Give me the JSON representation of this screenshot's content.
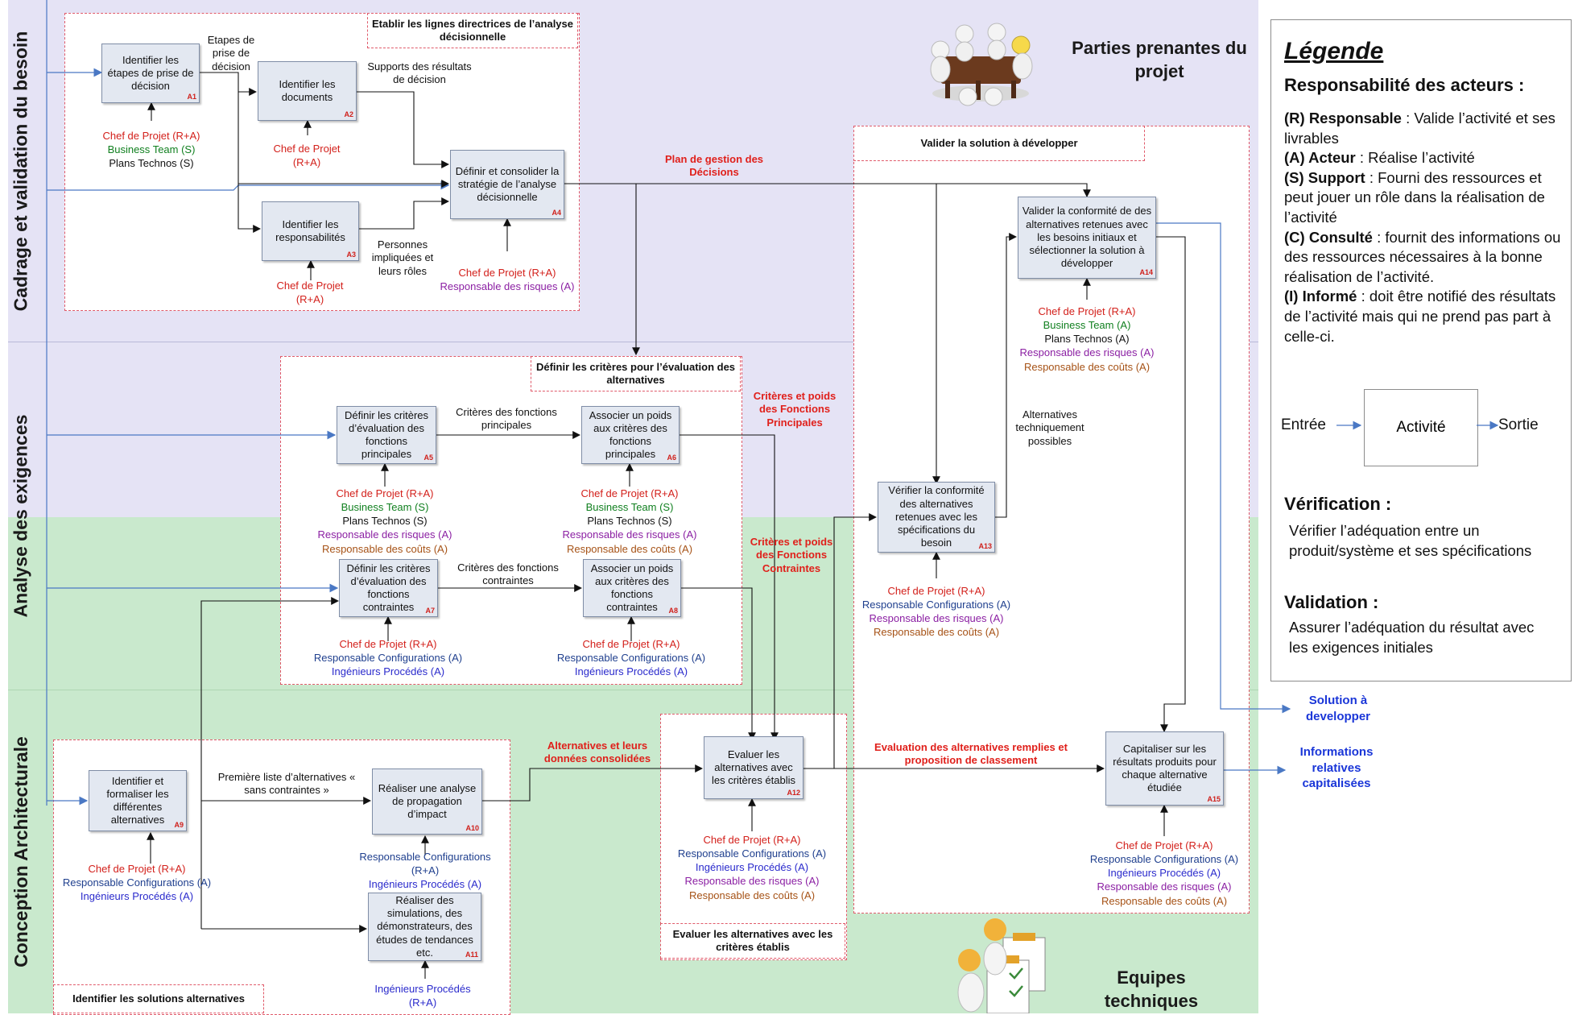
{
  "lanes": [
    {
      "title": "Cadrage et validation du besoin"
    },
    {
      "title": "Analyse des exigences"
    },
    {
      "title": "Conception Architecturale"
    }
  ],
  "groups": {
    "g1": "Etablir les lignes directrices de l’analyse décisionnelle",
    "g2": "Définir les critères pour l’évaluation des alternatives",
    "g3": "Identifier les solutions alternatives",
    "g4": "Evaluer les alternatives avec les critères établis",
    "g5": "Valider la solution à développer"
  },
  "activities": {
    "A1": {
      "label": "Identifier les étapes de prise de décision",
      "code": "A1"
    },
    "A2": {
      "label": "Identifier les documents",
      "code": "A2"
    },
    "A3": {
      "label": "Identifier les responsabilités",
      "code": "A3"
    },
    "A4": {
      "label": "Définir et consolider la stratégie de l’analyse décisionnelle",
      "code": "A4"
    },
    "A5": {
      "label": "Définir les critères d’évaluation des fonctions principales",
      "code": "A5"
    },
    "A6": {
      "label": "Associer un poids aux critères des fonctions principales",
      "code": "A6"
    },
    "A7": {
      "label": "Définir les critères d’évaluation des fonctions contraintes",
      "code": "A7"
    },
    "A8": {
      "label": "Associer un poids aux critères des fonctions contraintes",
      "code": "A8"
    },
    "A9": {
      "label": "Identifier et formaliser les différentes alternatives",
      "code": "A9"
    },
    "A10": {
      "label": "Réaliser une analyse de propagation d’impact",
      "code": "A10"
    },
    "A11": {
      "label": "Réaliser des simulations, des démonstrateurs, des études de tendances etc.",
      "code": "A11"
    },
    "A12": {
      "label": "Evaluer les alternatives avec les critères établis",
      "code": "A12"
    },
    "A13": {
      "label": "Vérifier la conformité des alternatives retenues avec les spécifications du besoin",
      "code": "A13"
    },
    "A14": {
      "label": "Valider la conformité de des alternatives retenues avec les besoins initiaux et sélectionner la solution à développer",
      "code": "A14"
    },
    "A15": {
      "label": "Capitaliser sur les résultats produits pour chaque alternative étudiée",
      "code": "A15"
    }
  },
  "actors": {
    "a1": [
      "Chef de Projet  (R+A)",
      "Business Team (S)",
      "Plans Technos (S)"
    ],
    "a2": [
      "Chef de Projet",
      "(R+A)"
    ],
    "a3": [
      "Chef de Projet",
      "(R+A)"
    ],
    "a4": [
      "Chef de Projet  (R+A)",
      "Responsable des risques (A)"
    ],
    "a5": [
      "Chef de Projet  (R+A)",
      "Business Team (S)",
      "Plans Technos (S)",
      "Responsable des risques (A)",
      "Responsable des coûts (A)"
    ],
    "a6": [
      "Chef de Projet  (R+A)",
      "Business Team (S)",
      "Plans Technos (S)",
      "Responsable des risques (A)",
      "Responsable des coûts (A)"
    ],
    "a7": [
      "Chef de Projet  (R+A)",
      "Responsable Configurations (A)",
      "Ingénieurs Procédés (A)"
    ],
    "a8": [
      "Chef de Projet  (R+A)",
      "Responsable Configurations (A)",
      "Ingénieurs Procédés (A)"
    ],
    "a9": [
      "Chef de Projet  (R+A)",
      "Responsable Configurations (A)",
      "Ingénieurs Procédés (A)"
    ],
    "a10": [
      "Responsable Configurations",
      "(R+A)",
      "Ingénieurs Procédés (A)"
    ],
    "a11": [
      "Ingénieurs Procédés",
      "(R+A)"
    ],
    "a12": [
      "Chef de Projet  (R+A)",
      "Responsable Configurations (A)",
      "Ingénieurs Procédés (A)",
      "Responsable des risques (A)",
      "Responsable des coûts (A)"
    ],
    "a13": [
      "Chef de Projet  (R+A)",
      "Responsable Configurations (A)",
      "Responsable des risques (A)",
      "Responsable des coûts (A)"
    ],
    "a14": [
      "Chef de Projet  (R+A)",
      "Business Team (A)",
      "Plans Technos (A)",
      "Responsable des risques (A)",
      "Responsable des coûts (A)"
    ],
    "a15": [
      "Chef de Projet  (R+A)",
      "Responsable Configurations (A)",
      "Ingénieurs Procédés (A)",
      "Responsable des risques (A)",
      "Responsable des coûts (A)"
    ]
  },
  "flows": {
    "f1": "Etapes de prise de décision",
    "f2": "Supports des résultats de décision",
    "f3": "Personnes impliquées et leurs rôles",
    "f4": "Critères des fonctions principales",
    "f5": "Critères des fonctions contraintes",
    "f6": "Première liste d’alternatives « sans contraintes »",
    "f7": "Alternatives techniquement possibles"
  },
  "red_flows": {
    "r1": "Plan de gestion des Décisions",
    "r2": "Critères et poids des Fonctions Principales",
    "r3": "Critères et poids des Fonctions Contraintes",
    "r4": "Alternatives et leurs données consolidées",
    "r5": "Evaluation des alternatives remplies et proposition de classement"
  },
  "outputs": {
    "o1": "Solution à developper",
    "o2": "Informations relatives capitalisées"
  },
  "titles": {
    "stakeholders": "Parties prenantes du projet",
    "teams": "Equipes techniques"
  },
  "legend": {
    "title": "Légende",
    "resp_title": "Responsabilité des acteurs :",
    "defs": [
      {
        "key": "(R) Responsable",
        "text": " : Valide l’activité et ses livrables"
      },
      {
        "key": "(A) Acteur",
        "text": " : Réalise l’activité"
      },
      {
        "key": "(S) Support",
        "text": " : Fourni des ressources et peut jouer un rôle dans la réalisation de l’activité"
      },
      {
        "key": "(C) Consulté",
        "text": " : fournit des informations ou des ressources nécessaires à la bonne réalisation de l’activité."
      },
      {
        "key": "(I) Informé",
        "text": " : doit être notifié des résultats de l’activité mais qui ne prend pas part à celle-ci."
      }
    ],
    "entree": "Entrée",
    "activite": "Activité",
    "sortie": "Sortie",
    "verif_title": "Vérification :",
    "verif_text": "Vérifier l’adéquation entre un produit/système et ses spécifications",
    "valid_title": "Validation :",
    "valid_text": "Assurer l’adéquation du résultat avec les exigences initiales"
  },
  "colors": {
    "lane_purple": "#e5e3f5",
    "lane_green": "#c9e9cd",
    "accent_red": "#e0201b",
    "output_blue": "#1a36d8"
  }
}
